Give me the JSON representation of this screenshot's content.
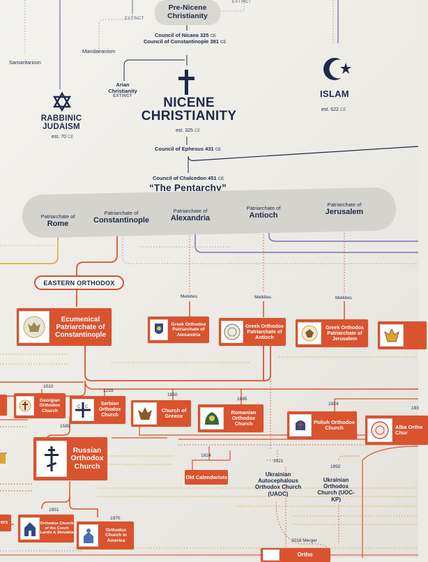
{
  "top": {
    "pre_nicene": "Pre-Nicene Christianity",
    "extinct_a": "EXTINCT",
    "extinct_b": "EXTINCT",
    "samaritanism": "Samaritanism",
    "mandaeanism": "Mandaeanism",
    "council_nicaea": "Council of Nicaea 325",
    "council_constantinople": "Council of Constantinople 381",
    "ce": "CE",
    "arian": "Arian Christianity",
    "arian_extinct": "EXTINCT"
  },
  "judaism": {
    "title_1": "RABBINIC",
    "title_2": "JUDAISM",
    "est": "est. 70",
    "ce": "CE"
  },
  "nicene": {
    "title_1": "NICENE",
    "title_2": "CHRISTIANITY",
    "est": "est. 325",
    "ce": "CE"
  },
  "islam": {
    "title": "ISLAM",
    "est": "est. 622",
    "ce": "CE"
  },
  "ephesus": {
    "label": "Council of Ephesus 431",
    "ce": "CE"
  },
  "chalcedon": {
    "label": "Council of Chalcedon 451",
    "ce": "CE",
    "pentarchy": "“The Pentarchy”"
  },
  "patriarchates": [
    {
      "prefix": "Patriarchate of",
      "name": "Rome"
    },
    {
      "prefix": "Patriarchate of",
      "name": "Constantinople"
    },
    {
      "prefix": "Patriarchate of",
      "name": "Alexandria"
    },
    {
      "prefix": "Patriarchate of",
      "name": "Antioch"
    },
    {
      "prefix": "Patriarchate of",
      "name": "Jerusalem"
    }
  ],
  "eastern_orthodox": "EASTERN ORTHODOX",
  "melkites": [
    "Melkites",
    "Melkites",
    "Melkites"
  ],
  "churches": {
    "ecumenical": "Ecumenical Patriarchate of Constantinople",
    "alexandria": "Greek Orthodox Patriarchate of Alexandria",
    "antioch": "Greek Orthodox Patriarchate of Antioch",
    "jerusalem": "Greek Orthodox Patriarchate of Jerusalem",
    "georgian": "Georgian Orthodox Church",
    "serbian": "Serbian Orthodox Church",
    "greece": "Church of Greece",
    "romanian": "Romanian Orthodox Church",
    "polish": "Polish Orthodox Church",
    "albanian": "Alba Ortho Chur",
    "russian": "Russian Orthodox Church",
    "czech": "Orthodox Church of the Czech Lands & Slovakia",
    "america": "Orthodox Church in America",
    "old_calendarists": "Old Calendarists",
    "uaoc": "Ukrainian Autocephalous Orthodox Church (UAOC)",
    "uoc_kp": "Ukrainian Orthodox Church (UOC-KP)",
    "ortho_bottom": "Ortho",
    "left_cut": "ers"
  },
  "years": {
    "georgian": "1010",
    "serbian": "1219",
    "greece": "1850",
    "romanian": "1885",
    "polish": "1924",
    "alba": "193",
    "russian": "1589",
    "old_cal": "1924",
    "uaoc": "1921",
    "uockp": "1992",
    "czech": "1951",
    "america": "1970",
    "merger": "2018 Merger"
  },
  "colors": {
    "accent": "#d9532e",
    "navy": "#1d2a4a",
    "purple": "#7d6fb3",
    "gold": "#d9a62a"
  }
}
